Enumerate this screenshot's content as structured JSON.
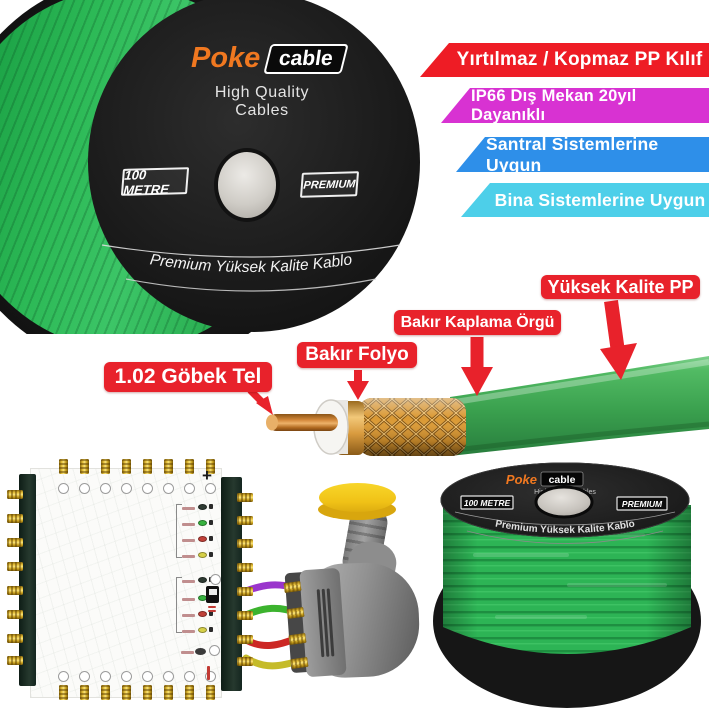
{
  "product": {
    "brand": "Poke",
    "brand_suffix": "cable",
    "tagline": "High Quality Cables",
    "length_badge": "100 METRE",
    "premium_badge": "PREMIUM",
    "face_caption": "Premium Yüksek Kalite Kablo"
  },
  "feature_banners": [
    {
      "label": "Yırtılmaz / Kopmaz PP Kılıf",
      "color": "#ee1c25"
    },
    {
      "label": "IP66 Dış Mekan 20yıl Dayanıklı",
      "color": "#d832d2"
    },
    {
      "label": "Santral Sistemlerine Uygun",
      "color": "#2e8fe9"
    },
    {
      "label": "Bina Sistemlerine Uygun",
      "color": "#4dcfe9"
    }
  ],
  "cable_diagram": {
    "label_color": "#e8222b",
    "labels": [
      {
        "text": "1.02 Göbek Tel"
      },
      {
        "text": "Bakır Folyo"
      },
      {
        "text": "Bakır Kaplama Örgü"
      },
      {
        "text": "Yüksek Kalite PP"
      }
    ]
  },
  "multiswitch": {
    "plus_label": "+",
    "indicator_colors": [
      "#2e3a32",
      "#37b23e",
      "#c04038",
      "#d6d048"
    ],
    "wire_colors": [
      "#9a35cc",
      "#3cb32e",
      "#cc2824",
      "#c5bb2a"
    ]
  },
  "colors": {
    "jacket_green": "#3aa64f",
    "spool_green": "#2cb957",
    "copper": "#d4883a",
    "braid_gold": "#d8952e",
    "brand_orange": "#f07820",
    "label_red": "#e8222b"
  }
}
